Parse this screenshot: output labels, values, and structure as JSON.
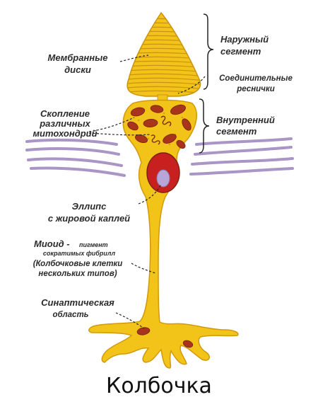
{
  "labels": {
    "membrane_disks": [
      "Мембранные",
      "диски"
    ],
    "outer_segment": [
      "Наружный",
      "сегмент"
    ],
    "connecting_cilia": [
      "Соединительные",
      "реснички"
    ],
    "mitochondria": [
      "Скопление",
      "различных",
      "митохондрий"
    ],
    "inner_segment": [
      "Внутренний",
      "сегмент"
    ],
    "ellipsoid": [
      "Эллипс",
      "с жировой каплей"
    ],
    "myoid": [
      "Миоид -",
      "пигмент",
      "сократимых фибрилл",
      "(Колбочковые клетки",
      "нескольких типов)"
    ],
    "synaptic": [
      "Синаптическая",
      "область"
    ]
  },
  "caption": "Колбочка",
  "colors": {
    "cell_fill": "#f2c318",
    "cell_stroke": "#d19a0c",
    "mitochondria": "#a8351b",
    "nucleus": "#c8201f",
    "droplet": "#b9a6d8",
    "membranes": "#a995c6",
    "leader": "#222222"
  }
}
